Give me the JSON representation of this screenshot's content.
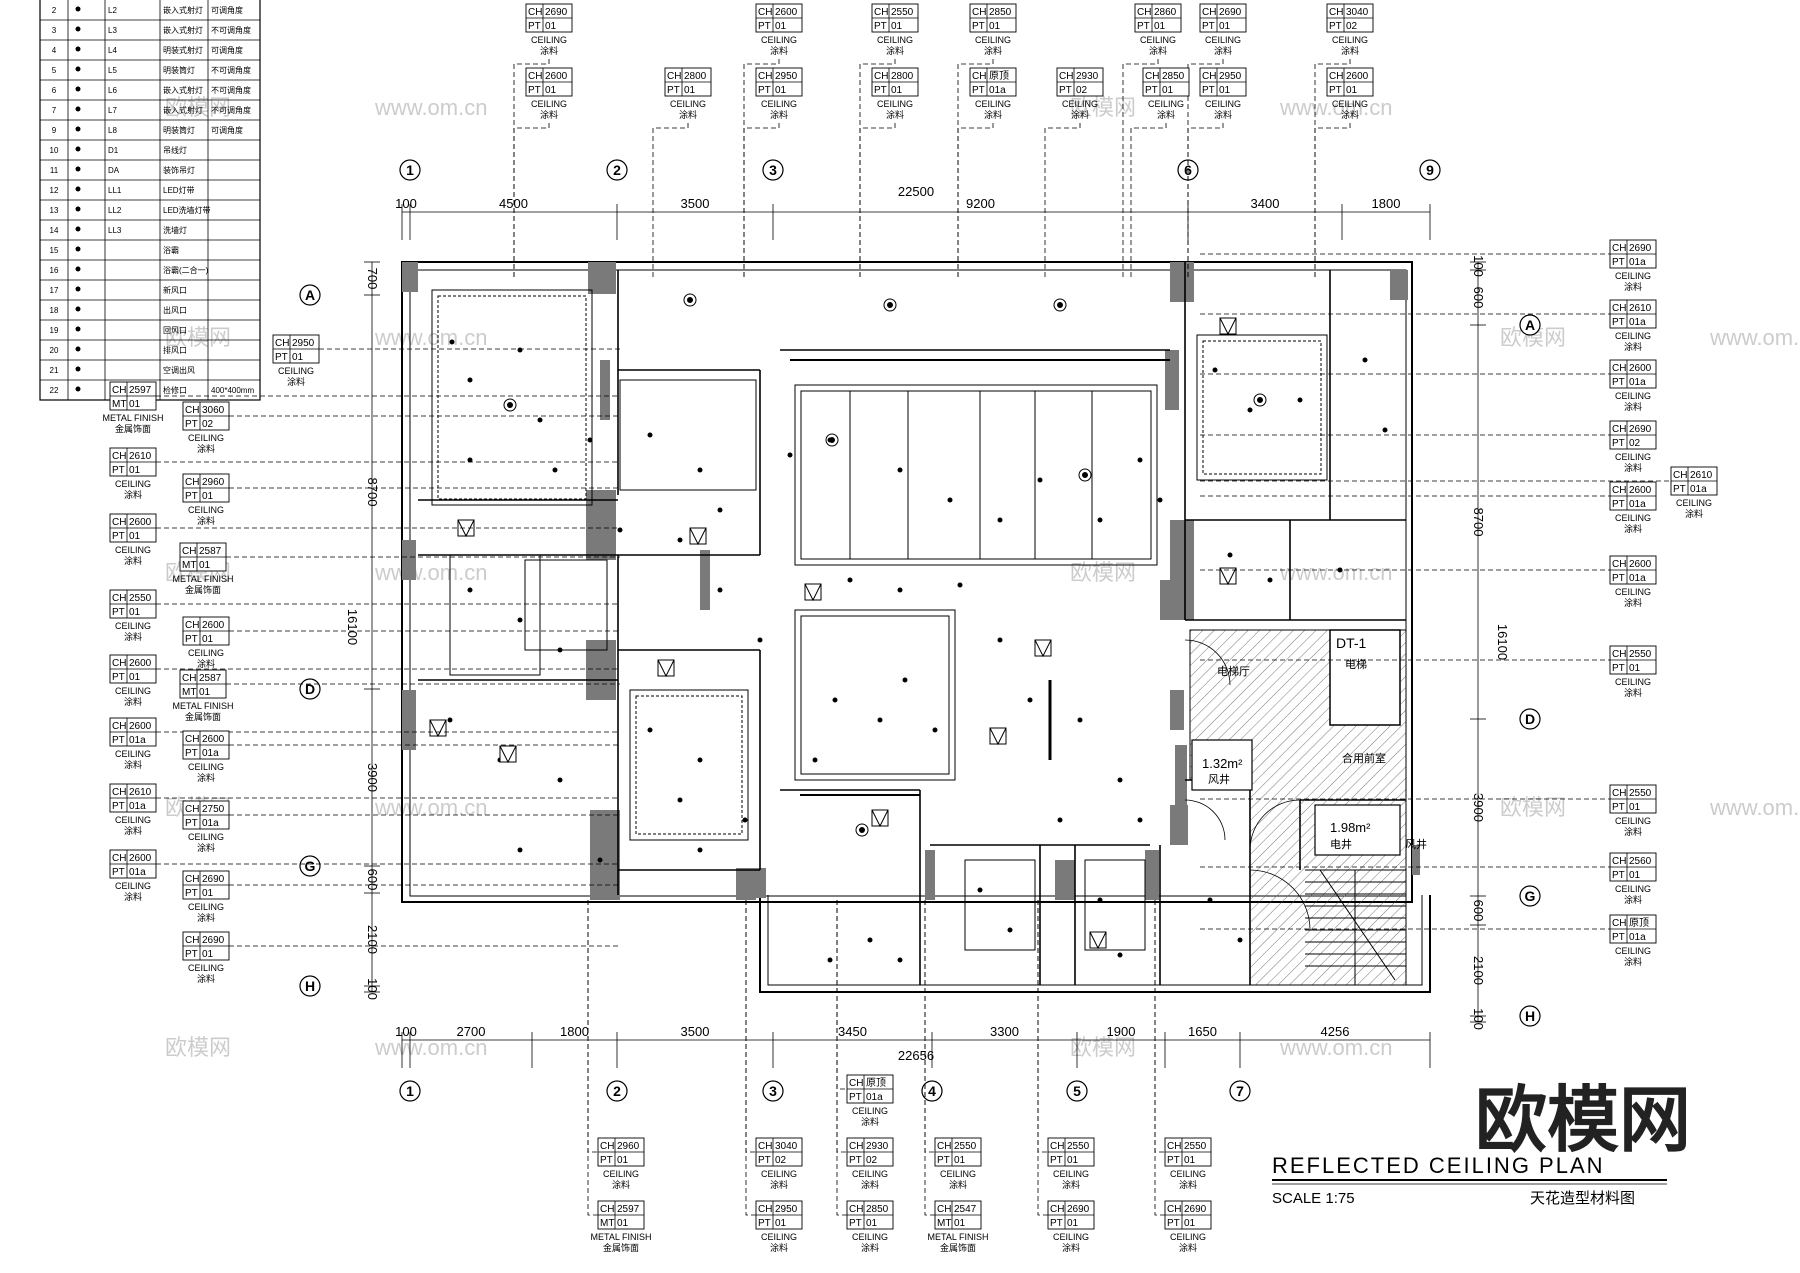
{
  "title_block": {
    "title": "REFLECTED CEILING PLAN",
    "scale": "SCALE 1:75",
    "subtitle": "天花造型材料图"
  },
  "watermark": {
    "logo": "欧模网",
    "url": "www.om.cn"
  },
  "legend": {
    "rows": [
      {
        "no": "2",
        "code": "L2",
        "desc": "嵌入式射灯",
        "note": "可调角度"
      },
      {
        "no": "3",
        "code": "L3",
        "desc": "嵌入式射灯",
        "note": "不可调角度"
      },
      {
        "no": "4",
        "code": "L4",
        "desc": "明装式射灯",
        "note": "可调角度"
      },
      {
        "no": "5",
        "code": "L5",
        "desc": "明装筒灯",
        "note": "不可调角度"
      },
      {
        "no": "6",
        "code": "L6",
        "desc": "嵌入式射灯",
        "note": "不可调角度"
      },
      {
        "no": "7",
        "code": "L7",
        "desc": "嵌入式射灯",
        "note": "不可调角度"
      },
      {
        "no": "9",
        "code": "L8",
        "desc": "明装筒灯",
        "note": "可调角度"
      },
      {
        "no": "10",
        "code": "D1",
        "desc": "吊线灯",
        "note": ""
      },
      {
        "no": "11",
        "code": "DA",
        "desc": "装饰吊灯",
        "note": ""
      },
      {
        "no": "12",
        "code": "LL1",
        "desc": "LED灯带",
        "note": ""
      },
      {
        "no": "13",
        "code": "LL2",
        "desc": "LED洗墙灯带",
        "note": ""
      },
      {
        "no": "14",
        "code": "LL3",
        "desc": "洗墙灯",
        "note": ""
      },
      {
        "no": "15",
        "code": "",
        "desc": "浴霸",
        "note": ""
      },
      {
        "no": "16",
        "code": "",
        "desc": "浴霸(二合一)",
        "note": ""
      },
      {
        "no": "17",
        "code": "",
        "desc": "新风口",
        "note": ""
      },
      {
        "no": "18",
        "code": "",
        "desc": "出风口",
        "note": ""
      },
      {
        "no": "19",
        "code": "",
        "desc": "回风口",
        "note": ""
      },
      {
        "no": "20",
        "code": "",
        "desc": "排风口",
        "note": ""
      },
      {
        "no": "21",
        "code": "",
        "desc": "空调出风",
        "note": ""
      },
      {
        "no": "22",
        "code": "",
        "desc": "检修口",
        "note": "400*400mm"
      }
    ]
  },
  "dimensions": {
    "top_total": "22500",
    "top": [
      "100",
      "4500",
      "3500",
      "9200",
      "3400",
      "1800"
    ],
    "bottom_total": "22656",
    "bottom": [
      "100",
      "2700",
      "1800",
      "3500",
      "3450",
      "3300",
      "1900",
      "1650",
      "4256"
    ],
    "left_total": "16100",
    "left": [
      "700",
      "8700",
      "3900",
      "600",
      "2100",
      "100"
    ],
    "right_total": "16100",
    "right": [
      "100",
      "600",
      "8700",
      "3900",
      "600",
      "2100",
      "100"
    ]
  },
  "grid": {
    "top": [
      "1",
      "2",
      "3",
      "6",
      "9"
    ],
    "bottom": [
      "1",
      "2",
      "3",
      "4",
      "5",
      "7"
    ],
    "left": [
      "A",
      "D",
      "G",
      "H"
    ],
    "right": [
      "A",
      "D",
      "G",
      "H"
    ]
  },
  "rooms": {
    "elevator_hall": "电梯厅",
    "shared_front_room": "合用前室",
    "area1": "1.32m²",
    "area1_sub": "风井",
    "area2": "1.98m²",
    "area2_sub": "电井",
    "wind_shaft2": "风井",
    "dt": "DT-1",
    "dt_sub": "电梯"
  },
  "tags": {
    "top": [
      {
        "ch": "CH 2690",
        "mat": "PT 01",
        "c1": "CEILING",
        "c2": "涂料"
      },
      {
        "ch": "CH 2600",
        "mat": "PT 01",
        "c1": "CEILING",
        "c2": "涂料"
      },
      {
        "ch": "CH 2800",
        "mat": "PT 01",
        "c1": "CEILING",
        "c2": "涂料"
      },
      {
        "ch": "CH 2600",
        "mat": "PT 01",
        "c1": "CEILING",
        "c2": "涂料"
      },
      {
        "ch": "CH 2950",
        "mat": "PT 01",
        "c1": "CEILING",
        "c2": "涂料"
      },
      {
        "ch": "CH 2550",
        "mat": "PT 01",
        "c1": "CEILING",
        "c2": "涂料"
      },
      {
        "ch": "CH 2800",
        "mat": "PT 01",
        "c1": "CEILING",
        "c2": "涂料"
      },
      {
        "ch": "CH 2850",
        "mat": "PT 01",
        "c1": "CEILING",
        "c2": "涂料"
      },
      {
        "ch": "CH 原顶",
        "mat": "PT 01a",
        "c1": "CEILING",
        "c2": "涂料"
      },
      {
        "ch": "CH 2930",
        "mat": "PT 02",
        "c1": "CEILING",
        "c2": "涂料"
      },
      {
        "ch": "CH 2860",
        "mat": "PT 01",
        "c1": "CEILING",
        "c2": "涂料"
      },
      {
        "ch": "CH 2850",
        "mat": "PT 01",
        "c1": "CEILING",
        "c2": "涂料"
      },
      {
        "ch": "CH 2690",
        "mat": "PT 01",
        "c1": "CEILING",
        "c2": "涂料"
      },
      {
        "ch": "CH 2950",
        "mat": "PT 01",
        "c1": "CEILING",
        "c2": "涂料"
      },
      {
        "ch": "CH 3040",
        "mat": "PT 02",
        "c1": "CEILING",
        "c2": "涂料"
      },
      {
        "ch": "CH 2600",
        "mat": "PT 01",
        "c1": "CEILING",
        "c2": "涂料"
      }
    ],
    "left": [
      {
        "ch": "CH 2950",
        "mat": "PT 01",
        "c1": "CEILING",
        "c2": "涂料"
      },
      {
        "ch": "CH 2597",
        "mat": "MT 01",
        "c1": "METAL FINISH",
        "c2": "金属饰面"
      },
      {
        "ch": "CH 3060",
        "mat": "PT 02",
        "c1": "CEILING",
        "c2": "涂料"
      },
      {
        "ch": "CH 2610",
        "mat": "PT 01",
        "c1": "CEILING",
        "c2": "涂料"
      },
      {
        "ch": "CH 2960",
        "mat": "PT 01",
        "c1": "CEILING",
        "c2": "涂料"
      },
      {
        "ch": "CH 2600",
        "mat": "PT 01",
        "c1": "CEILING",
        "c2": "涂料"
      },
      {
        "ch": "CH 2587",
        "mat": "MT 01",
        "c1": "METAL FINISH",
        "c2": "金属饰面"
      },
      {
        "ch": "CH 2550",
        "mat": "PT 01",
        "c1": "CEILING",
        "c2": "涂料"
      },
      {
        "ch": "CH 2600",
        "mat": "PT 01",
        "c1": "CEILING",
        "c2": "涂料"
      },
      {
        "ch": "CH 2600",
        "mat": "PT 01",
        "c1": "CEILING",
        "c2": "涂料"
      },
      {
        "ch": "CH 2587",
        "mat": "MT 01",
        "c1": "METAL FINISH",
        "c2": "金属饰面"
      },
      {
        "ch": "CH 2600",
        "mat": "PT 01a",
        "c1": "CEILING",
        "c2": "涂料"
      },
      {
        "ch": "CH 2600",
        "mat": "PT 01a",
        "c1": "CEILING",
        "c2": "涂料"
      },
      {
        "ch": "CH 2610",
        "mat": "PT 01a",
        "c1": "CEILING",
        "c2": "涂料"
      },
      {
        "ch": "CH 2750",
        "mat": "PT 01a",
        "c1": "CEILING",
        "c2": "涂料"
      },
      {
        "ch": "CH 2600",
        "mat": "PT 01a",
        "c1": "CEILING",
        "c2": "涂料"
      },
      {
        "ch": "CH 2690",
        "mat": "PT 01",
        "c1": "CEILING",
        "c2": "涂料"
      },
      {
        "ch": "CH 2690",
        "mat": "PT 01",
        "c1": "CEILING",
        "c2": "涂料"
      }
    ],
    "right": [
      {
        "ch": "CH 2690",
        "mat": "PT 01a",
        "c1": "CEILING",
        "c2": "涂料"
      },
      {
        "ch": "CH 2610",
        "mat": "PT 01a",
        "c1": "CEILING",
        "c2": "涂料"
      },
      {
        "ch": "CH 2600",
        "mat": "PT 01a",
        "c1": "CEILING",
        "c2": "涂料"
      },
      {
        "ch": "CH 2690",
        "mat": "PT 02",
        "c1": "CEILING",
        "c2": "涂料"
      },
      {
        "ch": "CH 2610",
        "mat": "PT 01a",
        "c1": "CEILING",
        "c2": "涂料"
      },
      {
        "ch": "CH 2600",
        "mat": "PT 01a",
        "c1": "CEILING",
        "c2": "涂料"
      },
      {
        "ch": "CH 2600",
        "mat": "PT 01a",
        "c1": "CEILING",
        "c2": "涂料"
      },
      {
        "ch": "CH 2550",
        "mat": "PT 01",
        "c1": "CEILING",
        "c2": "涂料"
      },
      {
        "ch": "CH 2550",
        "mat": "PT 01",
        "c1": "CEILING",
        "c2": "涂料"
      },
      {
        "ch": "CH 2560",
        "mat": "PT 01",
        "c1": "CEILING",
        "c2": "涂料"
      },
      {
        "ch": "CH 原顶",
        "mat": "PT 01a",
        "c1": "CEILING",
        "c2": "涂料"
      }
    ],
    "bottom": [
      {
        "ch": "CH 原顶",
        "mat": "PT 01a",
        "c1": "CEILING",
        "c2": "涂料"
      },
      {
        "ch": "CH 2960",
        "mat": "PT 01",
        "c1": "CEILING",
        "c2": "涂料"
      },
      {
        "ch": "CH 3040",
        "mat": "PT 02",
        "c1": "CEILING",
        "c2": "涂料"
      },
      {
        "ch": "CH 2930",
        "mat": "PT 02",
        "c1": "CEILING",
        "c2": "涂料"
      },
      {
        "ch": "CH 2550",
        "mat": "PT 01",
        "c1": "CEILING",
        "c2": "涂料"
      },
      {
        "ch": "CH 2550",
        "mat": "PT 01",
        "c1": "CEILING",
        "c2": "涂料"
      },
      {
        "ch": "CH 2550",
        "mat": "PT 01",
        "c1": "CEILING",
        "c2": "涂料"
      },
      {
        "ch": "CH 2597",
        "mat": "MT 01",
        "c1": "METAL FINISH",
        "c2": "金属饰面"
      },
      {
        "ch": "CH 2950",
        "mat": "PT 01",
        "c1": "CEILING",
        "c2": "涂料"
      },
      {
        "ch": "CH 2850",
        "mat": "PT 01",
        "c1": "CEILING",
        "c2": "涂料"
      },
      {
        "ch": "CH 2547",
        "mat": "MT 01",
        "c1": "METAL FINISH",
        "c2": "金属饰面"
      },
      {
        "ch": "CH 2690",
        "mat": "PT 01",
        "c1": "CEILING",
        "c2": "涂料"
      },
      {
        "ch": "CH 2690",
        "mat": "PT 01",
        "c1": "CEILING",
        "c2": "涂料"
      }
    ]
  }
}
